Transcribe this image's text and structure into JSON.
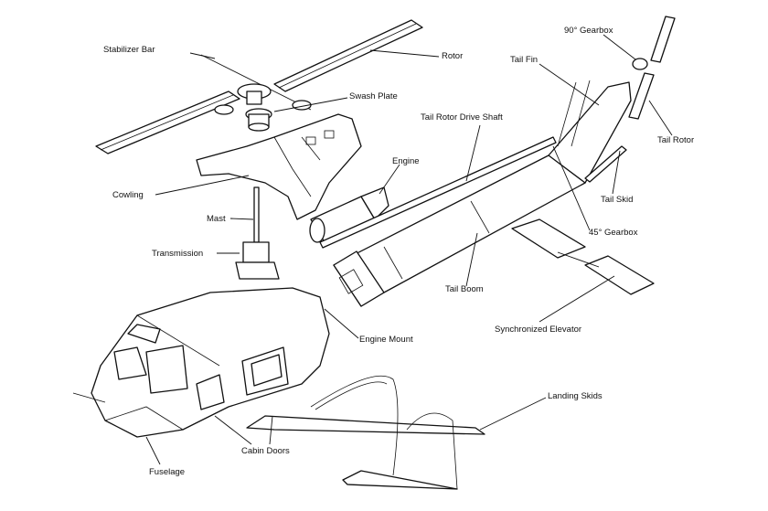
{
  "labels": {
    "stabilizer_bar": "Stabilizer Bar",
    "rotor": "Rotor",
    "swash_plate": "Swash Plate",
    "tail_fin": "Tail Fin",
    "gearbox_90": "90° Gearbox",
    "tail_rotor": "Tail Rotor",
    "tail_rotor_drive_shaft": "Tail Rotor Drive Shaft",
    "engine": "Engine",
    "tail_skid": "Tail Skid",
    "cowling": "Cowling",
    "gearbox_45": "45° Gearbox",
    "mast": "Mast",
    "transmission": "Transmission",
    "tail_boom": "Tail Boom",
    "synchronized_elevator": "Synchronized Elevator",
    "engine_mount": "Engine Mount",
    "landing_skids": "Landing Skids",
    "cabin_doors": "Cabin Doors",
    "fuselage": "Fuselage"
  }
}
